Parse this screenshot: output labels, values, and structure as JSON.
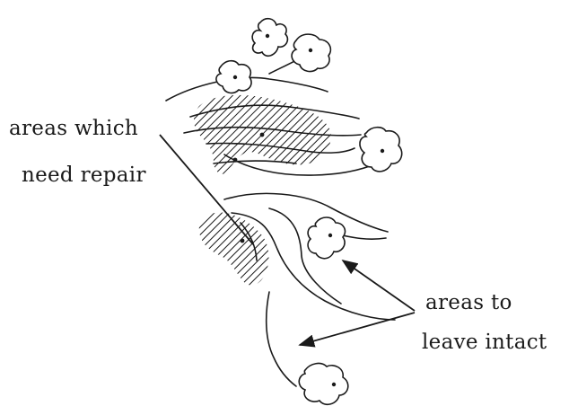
{
  "labels": {
    "repair_line1": "areas which",
    "repair_line2": "need repair",
    "intact_line1": "areas to",
    "intact_line2": "leave intact"
  },
  "colors": {
    "ink": "#1a1a1a",
    "background": "#ffffff"
  }
}
